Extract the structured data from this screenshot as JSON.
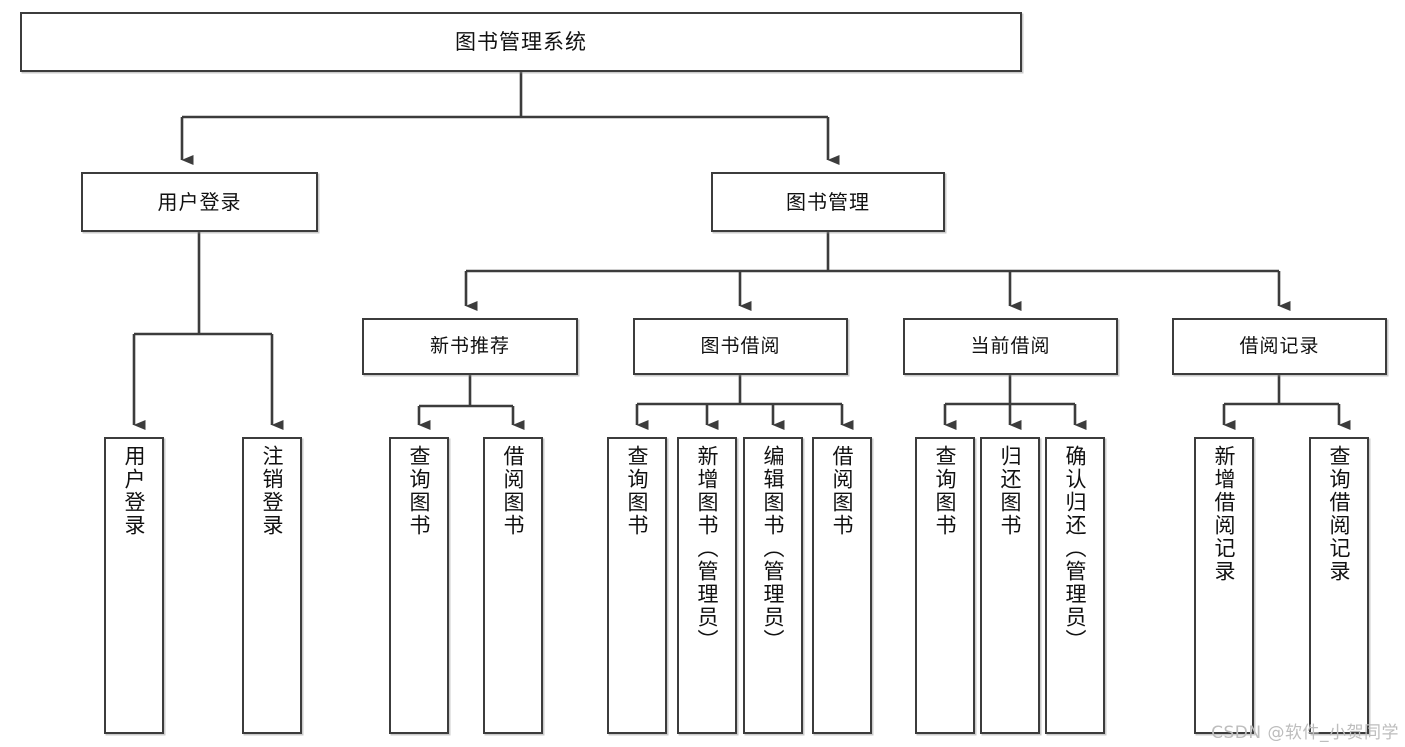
{
  "diagram": {
    "title": "图书管理系统",
    "type": "hierarchy-tree",
    "colors": {
      "box_border": "#3c3c3c",
      "box_fill": "#ffffff",
      "text": "#111111",
      "connector": "#3c3c3c",
      "watermark": "#bdbdbd"
    },
    "root": {
      "label": "图书管理系统"
    },
    "level1": [
      {
        "label": "用户登录"
      },
      {
        "label": "图书管理"
      }
    ],
    "level2": [
      {
        "label": "新书推荐"
      },
      {
        "label": "图书借阅"
      },
      {
        "label": "当前借阅"
      },
      {
        "label": "借阅记录"
      }
    ],
    "leaves": {
      "user_login": [
        {
          "label": "用户登录"
        },
        {
          "label": "注销登录"
        }
      ],
      "new_book_recommend": [
        {
          "label": "查询图书"
        },
        {
          "label": "借阅图书"
        }
      ],
      "book_borrow": [
        {
          "label": "查询图书"
        },
        {
          "label": "新增图书（管理员）"
        },
        {
          "label": "编辑图书（管理员）"
        },
        {
          "label": "借阅图书"
        }
      ],
      "current_borrow": [
        {
          "label": "查询图书"
        },
        {
          "label": "归还图书"
        },
        {
          "label": "确认归还（管理员）"
        }
      ],
      "borrow_record": [
        {
          "label": "新增借阅记录"
        },
        {
          "label": "查询借阅记录"
        }
      ]
    }
  },
  "watermark": {
    "text": "CSDN @软件_小贺同学"
  }
}
